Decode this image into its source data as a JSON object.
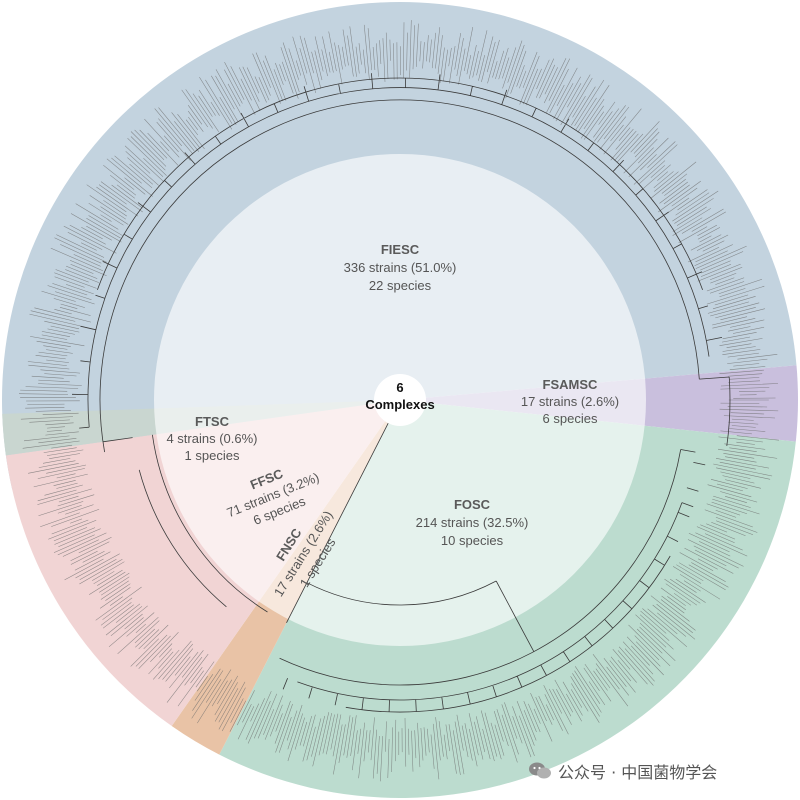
{
  "center": {
    "line1": "6",
    "line2": "Complexes"
  },
  "complexes": [
    {
      "key": "FIESC",
      "name": "FIESC",
      "strains": "336 strains (51.0%)",
      "species": "22 species",
      "color": "#c3d3df"
    },
    {
      "key": "FSAMSC",
      "name": "FSAMSC",
      "strains": "17 strains (2.6%)",
      "species": "6 species",
      "color": "#c9bfdd"
    },
    {
      "key": "FOSC",
      "name": "FOSC",
      "strains": "214 strains (32.5%)",
      "species": "10 species",
      "color": "#bcdccf"
    },
    {
      "key": "FNSC",
      "name": "FNSC",
      "strains": "17 strains (2.6%)",
      "species": "1 species",
      "color": "#e9c3a6"
    },
    {
      "key": "FFSC",
      "name": "FFSC",
      "strains": "71 strains (3.2%)",
      "species": "6 species",
      "color": "#f1d4d4"
    },
    {
      "key": "FTSC",
      "name": "FTSC",
      "strains": "4 strains (0.6%)",
      "species": "1 species",
      "color": "#c9d6d0"
    }
  ],
  "watermark": {
    "icon": "wechat-icon",
    "text": "公众号 · 中国菌物学会"
  }
}
